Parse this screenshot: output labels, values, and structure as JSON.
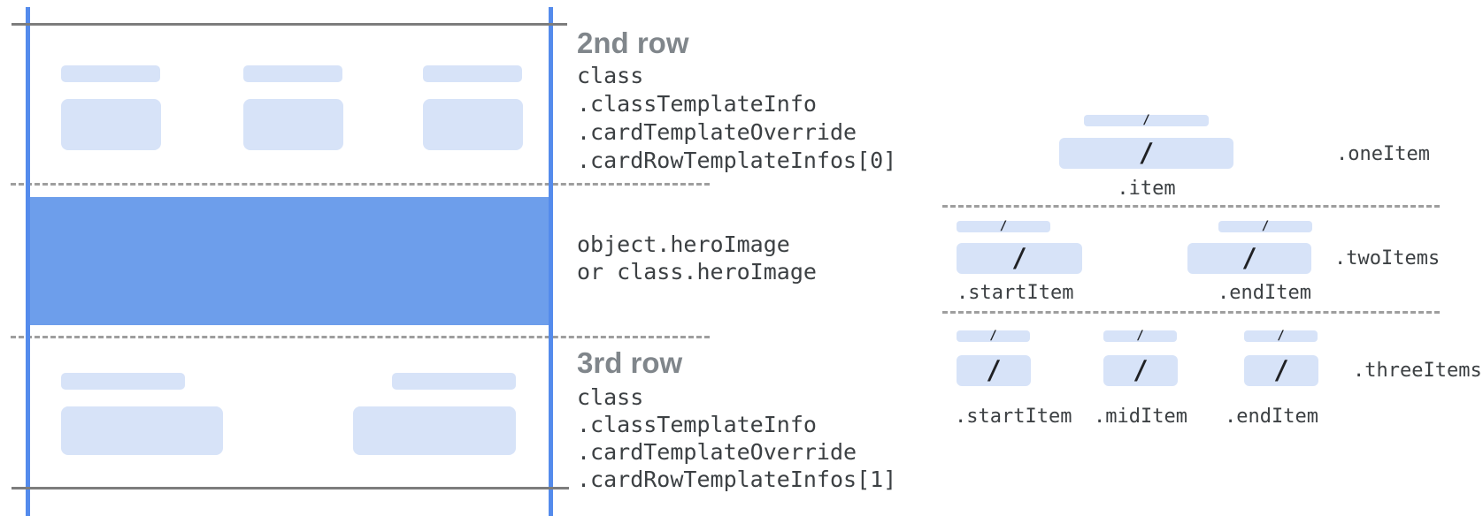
{
  "card": {
    "row2": {
      "title": "2nd row",
      "code": [
        "class",
        ".classTemplateInfo",
        ".cardTemplateOverride",
        ".cardRowTemplateInfos[0]"
      ]
    },
    "hero": {
      "code": [
        "object.heroImage",
        "or class.heroImage"
      ]
    },
    "row3": {
      "title": "3rd row",
      "code": [
        "class",
        ".classTemplateInfo",
        ".cardTemplateOverride",
        ".cardRowTemplateInfos[1]"
      ]
    }
  },
  "glyphs": {
    "slash": "/"
  },
  "layouts": {
    "one": {
      "name": ".oneItem",
      "item": ".item"
    },
    "two": {
      "name": ".twoItems",
      "start": ".startItem",
      "end": ".endItem"
    },
    "three": {
      "name": ".threeItems",
      "start": ".startItem",
      "mid": ".midItem",
      "end": ".endItem"
    }
  },
  "colors": {
    "guide_blue": "#548bec",
    "hero_blue": "#6d9eeb",
    "placeholder_blue": "#d7e3f8",
    "line_gray": "#7d7d7d",
    "dash_gray": "#9e9e9e",
    "title_gray": "#80868b",
    "code_text": "#3c4043"
  }
}
